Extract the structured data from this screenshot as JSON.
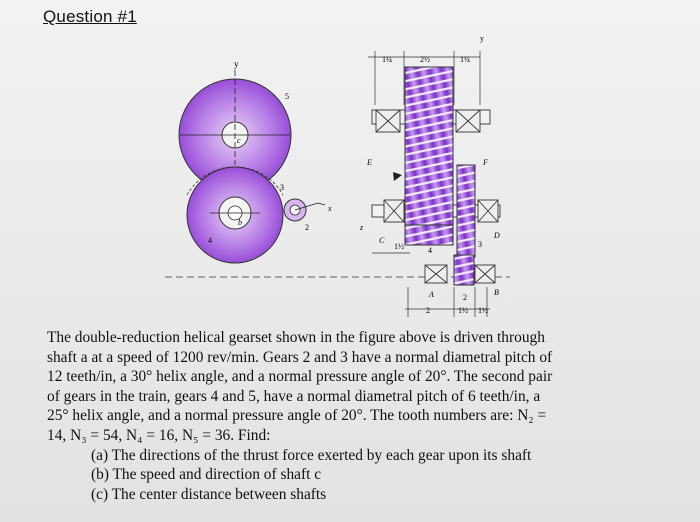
{
  "question_title": "Question #1",
  "figure": {
    "labels": {
      "y_left": "y",
      "y_right": "y",
      "x": "x",
      "z": "z",
      "c": "c",
      "b": "b",
      "gear2": "2",
      "gear3": "3",
      "gear4": "4",
      "gear5": "5",
      "E": "E",
      "F": "F",
      "C": "C",
      "D": "D",
      "A": "A",
      "B": "B",
      "n4": "4",
      "n3": "3",
      "n2": "2"
    },
    "dimensions": {
      "top_a": "1¼",
      "top_b": "2½",
      "top_c": "1¼",
      "left_mid": "1½",
      "bottom_a": "2",
      "bottom_b": "1½",
      "bottom_c": "1½"
    }
  },
  "problem": {
    "lines": [
      "The double-reduction helical gearset shown in the figure above is driven through",
      "shaft a at a speed of 1200 rev/min. Gears 2 and 3 have a normal diametral pitch of",
      "12 teeth/in, a 30° helix angle, and a normal pressure angle of 20°. The second pair",
      "of gears in the train, gears 4 and 5, have a normal diametral pitch of 6 teeth/in, a",
      "25° helix angle, and a normal pressure angle of 20°. The tooth numbers are: N₂  =",
      "14,  N₃  =  54,  N₄  =  16,  N₅  =  36. Find:"
    ],
    "items": [
      "(a) The directions of the thrust force exerted by each gear upon its shaft",
      "(b) The speed and direction of shaft c",
      "(c) The center distance between shafts"
    ]
  }
}
